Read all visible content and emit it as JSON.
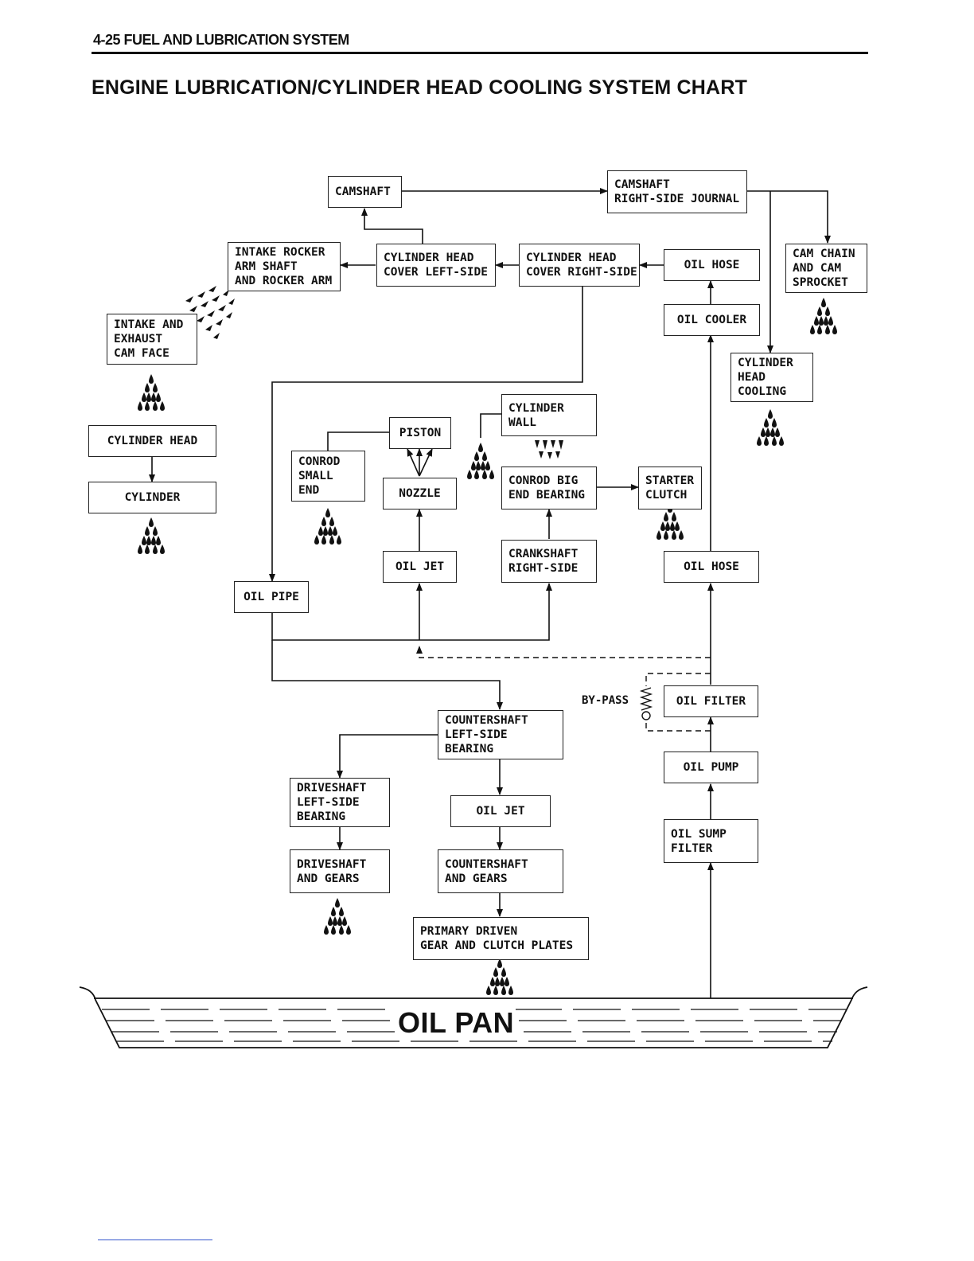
{
  "header": {
    "section": "4-25 FUEL AND LUBRICATION SYSTEM"
  },
  "title": "ENGINE LUBRICATION/CYLINDER HEAD COOLING SYSTEM CHART",
  "nodes": {
    "camshaft": "CAMSHAFT",
    "camshaft_right_journal": "CAMSHAFT\nRIGHT-SIDE JOURNAL",
    "intake_rocker": "INTAKE ROCKER\nARM SHAFT\nAND ROCKER ARM",
    "cyl_head_cover_left": "CYLINDER HEAD\nCOVER LEFT-SIDE",
    "cyl_head_cover_right": "CYLINDER HEAD\nCOVER RIGHT-SIDE",
    "oil_hose_top": "OIL HOSE",
    "cam_chain": "CAM CHAIN\nAND CAM\nSPROCKET",
    "oil_cooler": "OIL COOLER",
    "intake_exhaust_cam": "INTAKE AND\nEXHAUST\nCAM FACE",
    "cyl_head_cooling": "CYLINDER\nHEAD\nCOOLING",
    "cylinder_wall": "CYLINDER\nWALL",
    "piston": "PISTON",
    "cylinder_head": "CYLINDER HEAD",
    "conrod_small": "CONROD\nSMALL\nEND",
    "nozzle": "NOZZLE",
    "conrod_big": "CONROD BIG\nEND BEARING",
    "starter_clutch": "STARTER\nCLUTCH",
    "cylinder": "CYLINDER",
    "oil_jet_upper": "OIL JET",
    "crankshaft_right": "CRANKSHAFT\nRIGHT-SIDE",
    "oil_hose_bottom": "OIL HOSE",
    "oil_pipe": "OIL PIPE",
    "oil_filter": "OIL FILTER",
    "countershaft_left": "COUNTERSHAFT\nLEFT-SIDE\nBEARING",
    "oil_pump": "OIL PUMP",
    "driveshaft_left": "DRIVESHAFT\nLEFT-SIDE\nBEARING",
    "oil_jet_lower": "OIL JET",
    "oil_sump_filter": "OIL SUMP\nFILTER",
    "driveshaft_gears": "DRIVESHAFT\nAND GEARS",
    "countershaft_gears": "COUNTERSHAFT\nAND GEARS",
    "primary_driven": "PRIMARY DRIVEN\nGEAR AND CLUTCH PLATES"
  },
  "bypass_label": "BY-PASS",
  "oil_pan_label": "OIL PAN",
  "icons": {
    "drip": "oil-drip-icon",
    "valve": "bypass-valve-icon"
  },
  "colors": {
    "ink": "#111111",
    "background": "#ffffff"
  }
}
